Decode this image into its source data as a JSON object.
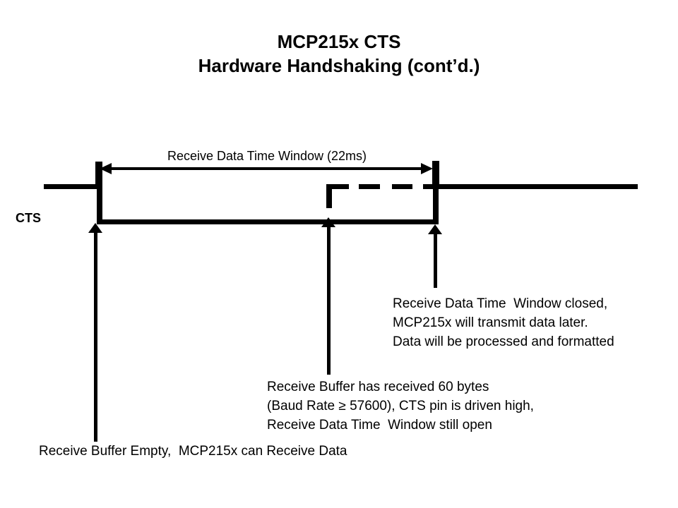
{
  "title": {
    "line1": "MCP215x CTS",
    "line2": "Hardware Handshaking (cont’d.)"
  },
  "waveform": {
    "signal_label": "CTS",
    "window_label": "Receive Data Time Window (22ms)",
    "window_duration_ms": 22
  },
  "annotations": {
    "window_closed": {
      "lines": [
        "Receive Data Time  Window closed,",
        "MCP215x will transmit data later.",
        "Data will be processed and formatted"
      ]
    },
    "buffer_full": {
      "lines": [
        "Receive Buffer has received 60 bytes",
        "(Baud Rate ≥ 57600), CTS pin is driven high,",
        "Receive Data Time  Window still open"
      ]
    },
    "buffer_empty": {
      "lines": [
        "Receive Buffer Empty,  MCP215x can Receive Data"
      ]
    }
  },
  "colors": {
    "ink": "#000000",
    "background": "#ffffff"
  }
}
